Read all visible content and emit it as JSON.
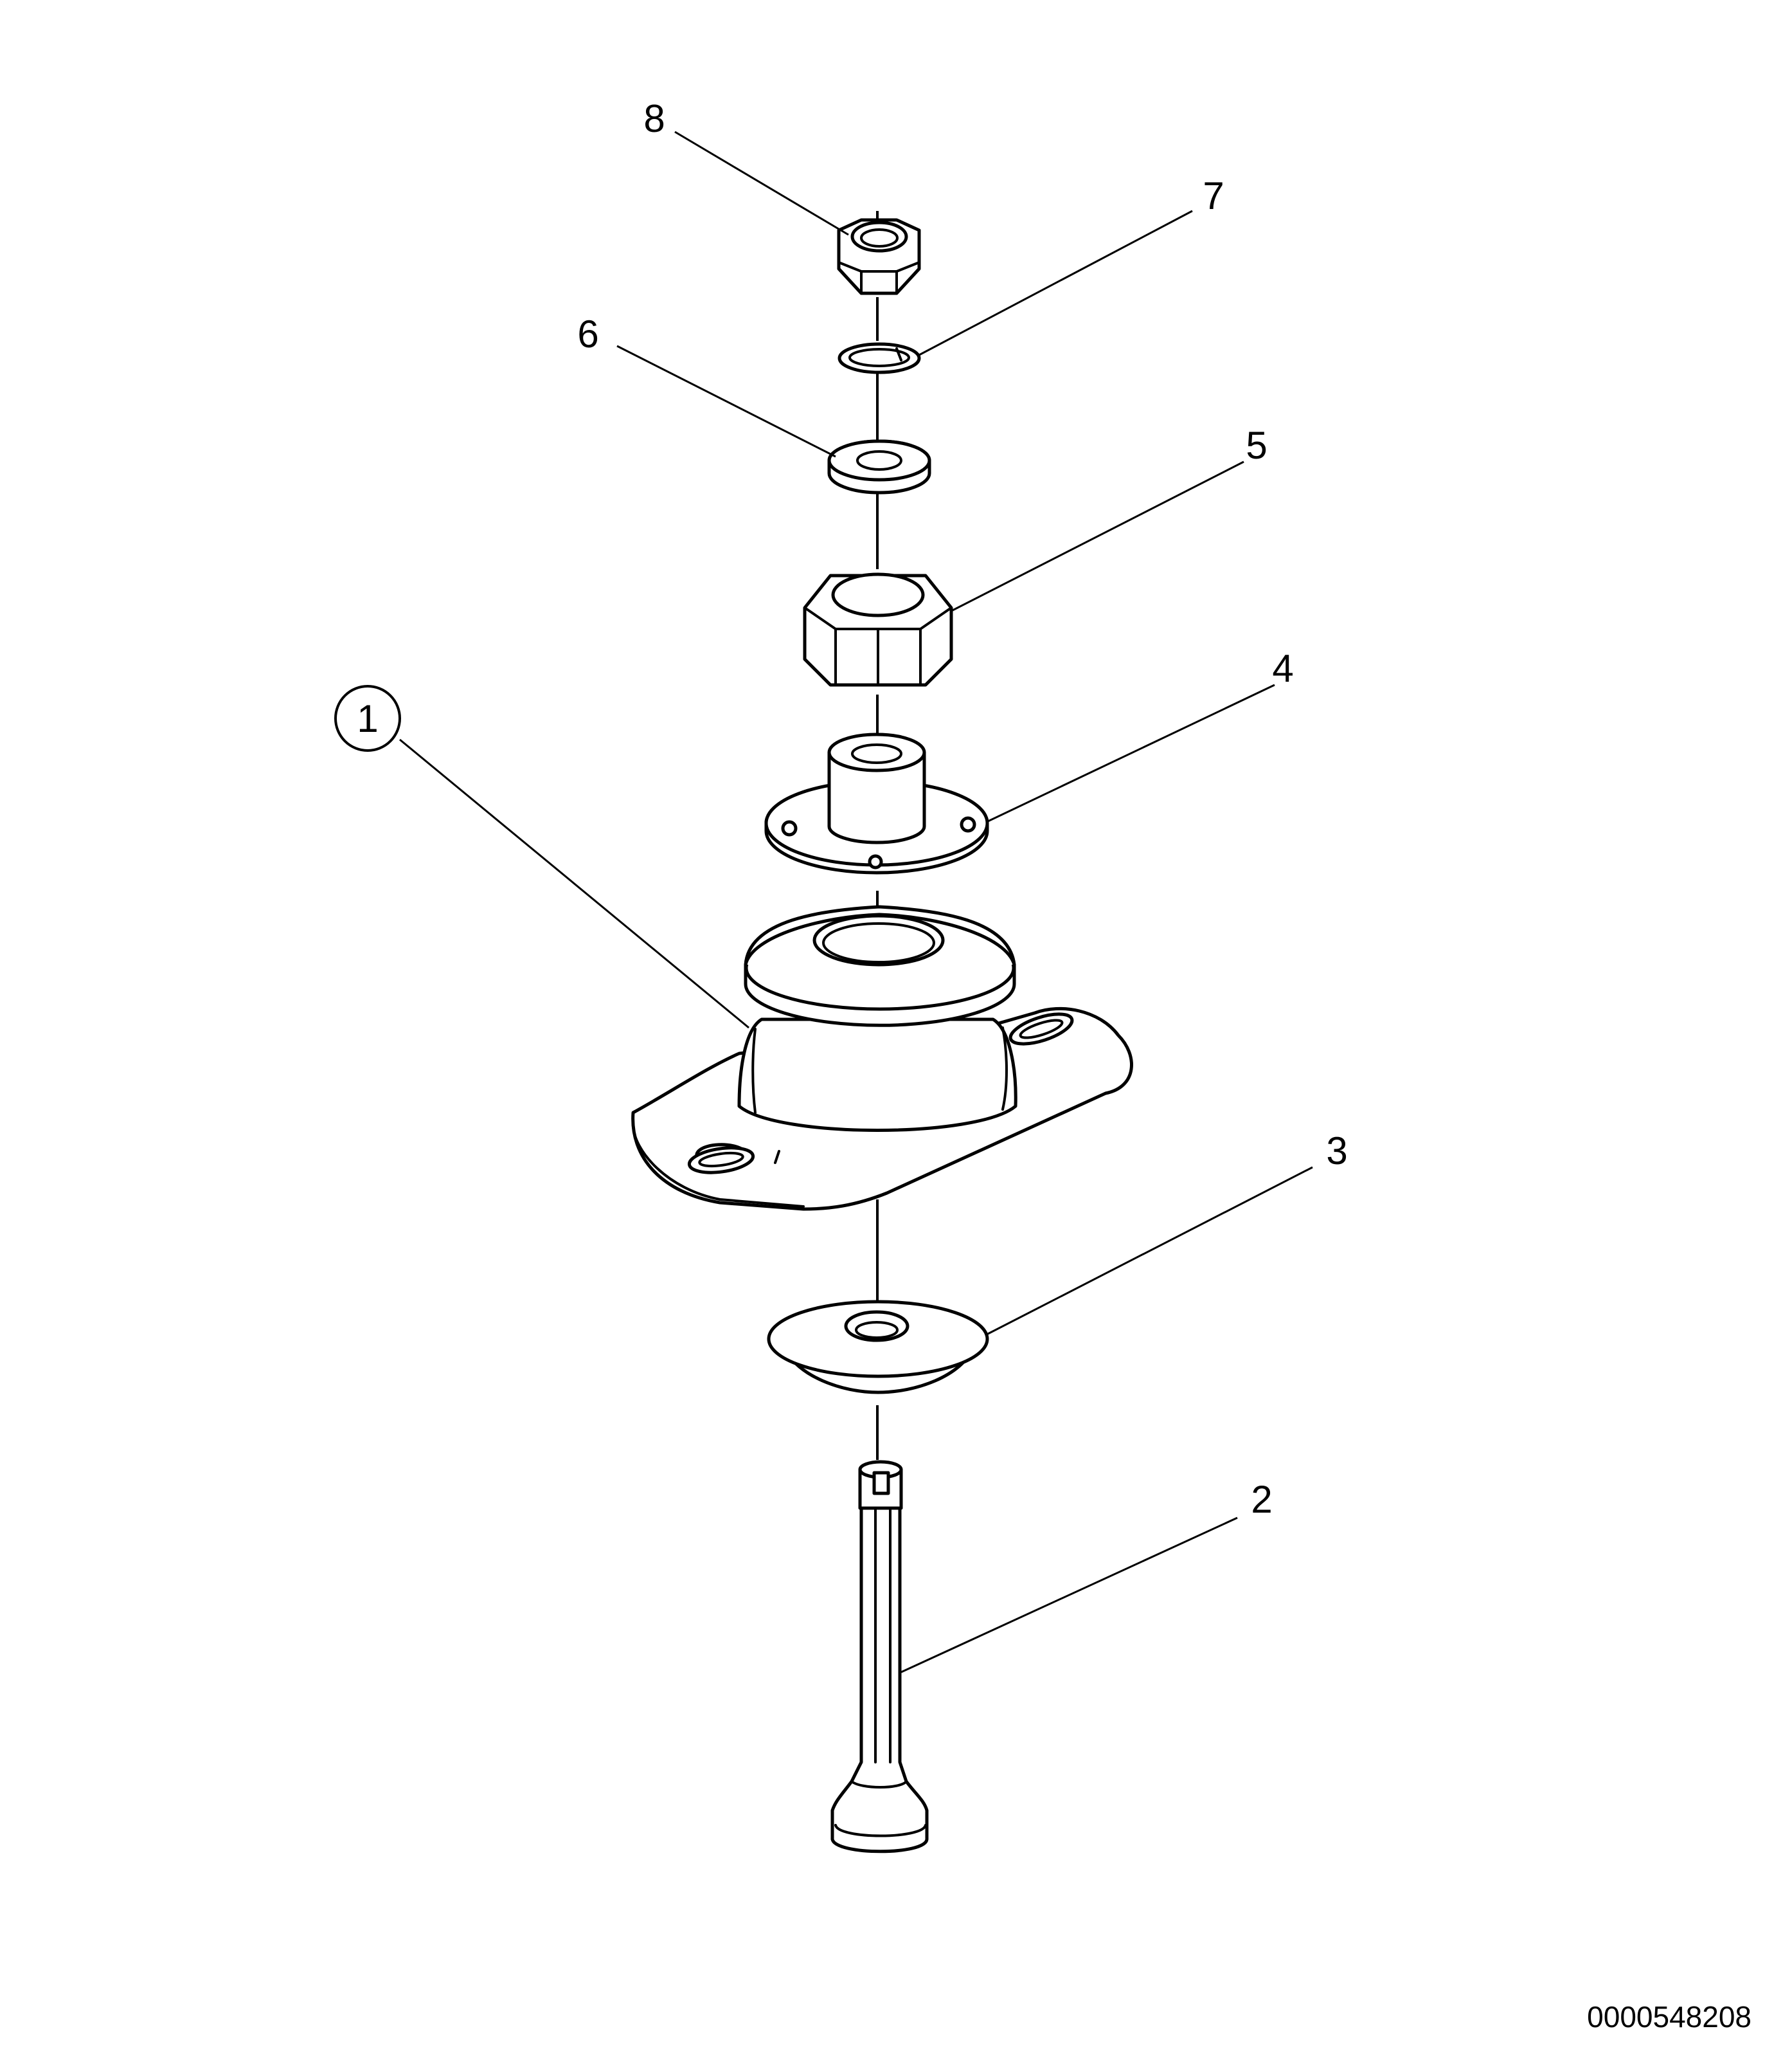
{
  "callouts": {
    "c1": "1",
    "c2": "2",
    "c3": "3",
    "c4": "4",
    "c5": "5",
    "c6": "6",
    "c7": "7",
    "c8": "8"
  },
  "document_number": "0000548208"
}
